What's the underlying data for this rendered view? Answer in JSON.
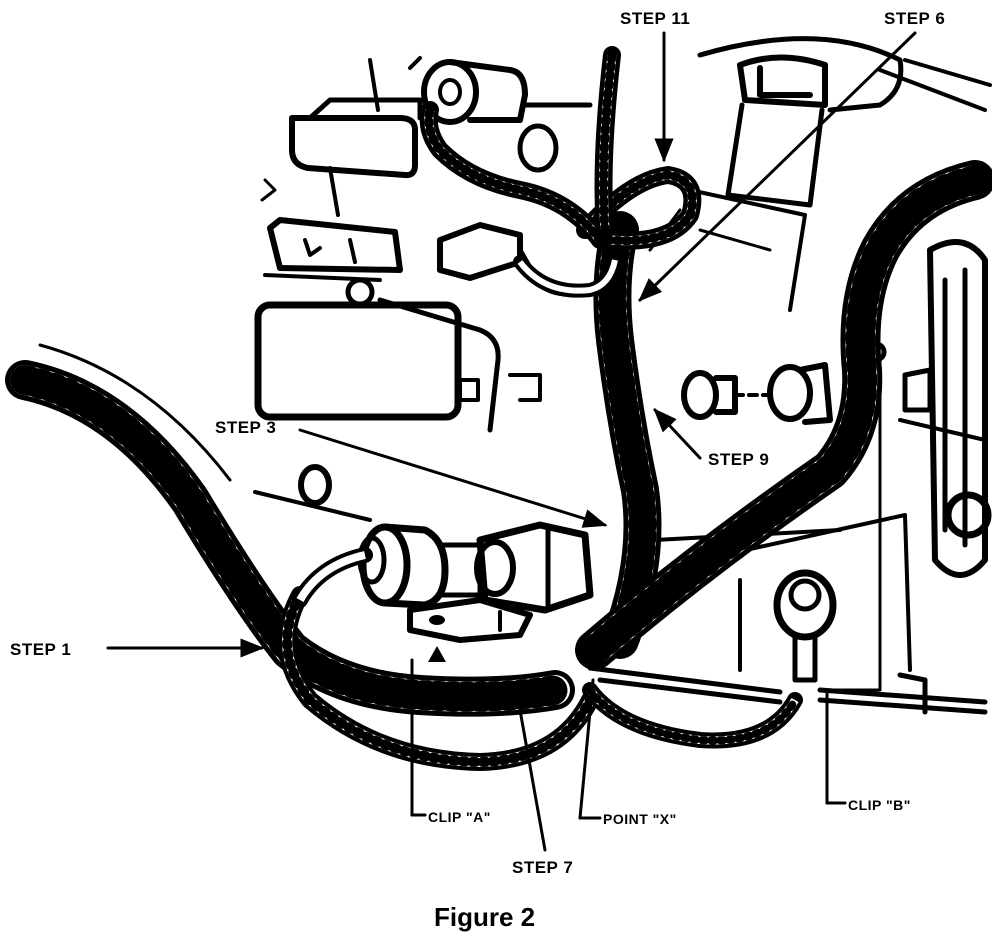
{
  "figure": {
    "caption": "Figure 2",
    "labels": {
      "step_11": "STEP 11",
      "step_6": "STEP 6",
      "step_3": "STEP 3",
      "step_9": "STEP 9",
      "step_1": "STEP 1",
      "clip_a": "CLIP \"A\"",
      "point_x": "POINT \"X\"",
      "clip_b": "CLIP \"B\"",
      "step_7": "STEP 7"
    }
  },
  "colors": {
    "ink": "#000000",
    "paper": "#ffffff"
  }
}
